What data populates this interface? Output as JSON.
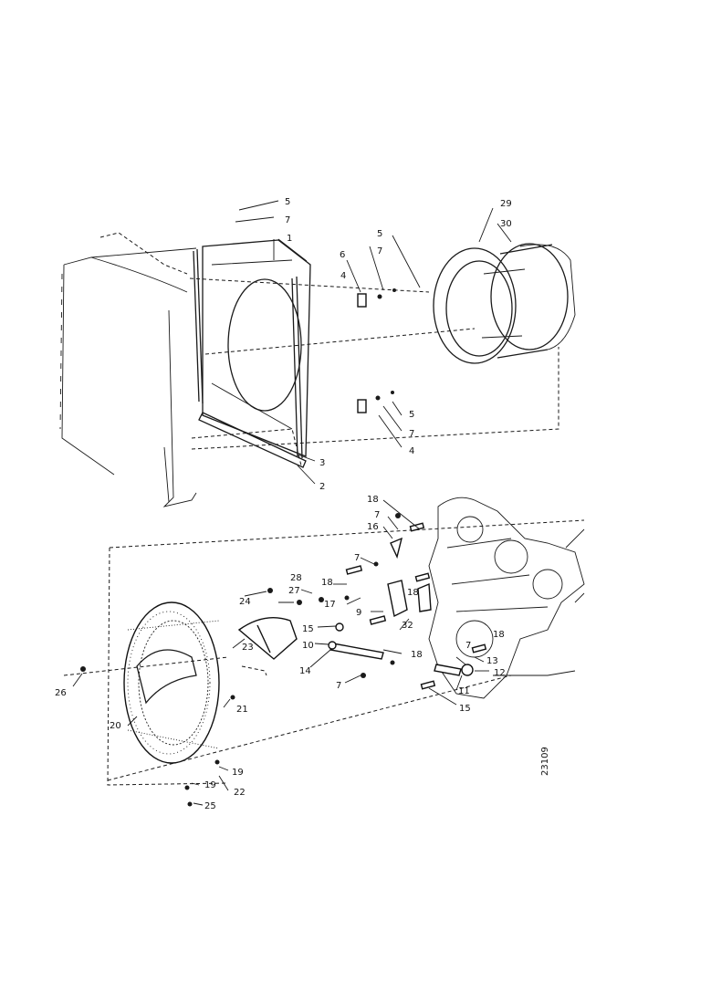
{
  "drawing_ref": "23109",
  "callouts": {
    "a": "5",
    "b": "7",
    "c": "1",
    "d": "5",
    "e": "7",
    "f": "6",
    "g": "4",
    "h": "29",
    "i": "30",
    "j": "5",
    "k": "7",
    "l": "4",
    "m": "3",
    "n": "2",
    "o": "18",
    "p": "7",
    "q": "16",
    "r": "7",
    "s": "28",
    "t": "27",
    "u": "18",
    "v": "17",
    "w": "24",
    "x": "18",
    "y": "9",
    "z": "32",
    "aa": "15",
    "ab": "10",
    "ac": "18",
    "ad": "23",
    "ae": "14",
    "af": "7",
    "ag": "18",
    "ah": "7",
    "ai": "13",
    "aj": "12",
    "ak": "11",
    "al": "15",
    "am": "26",
    "an": "21",
    "ao": "20",
    "ap": "19",
    "aq": "19",
    "ar": "22",
    "as": "25"
  }
}
